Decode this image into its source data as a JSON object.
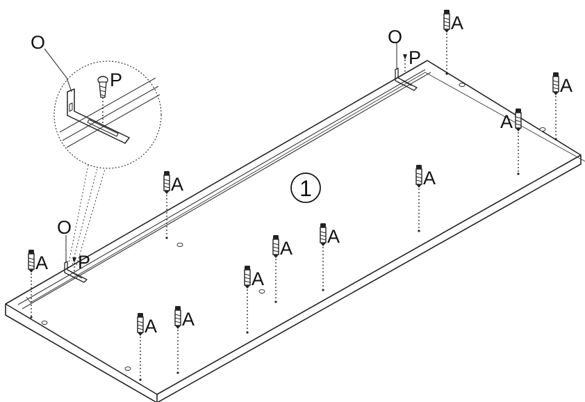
{
  "labels": {
    "bracket": "O",
    "small_screw": "P",
    "cam_bolt": "A",
    "step_number": "1"
  },
  "parts": {
    "cam_bolts": 11,
    "brackets": 2,
    "bracket_screws": 2
  }
}
